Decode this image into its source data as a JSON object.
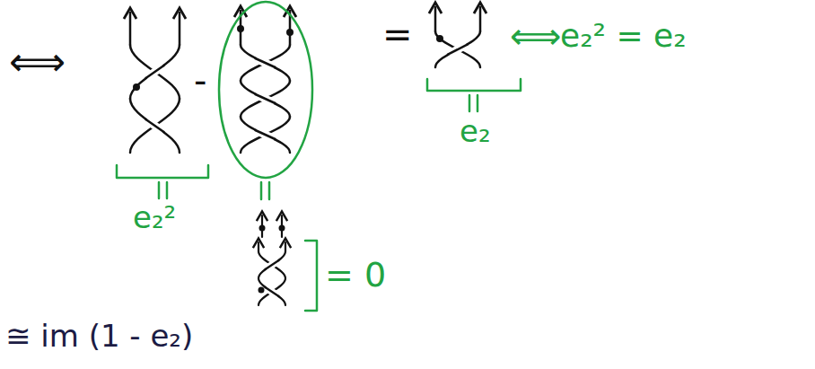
{
  "diagram": {
    "labels": [
      "⟺",
      "-",
      "=",
      "⟺",
      "e₂² = e₂",
      "e₂²",
      "e₂",
      "= 0",
      "≅ im (1 - e₂)"
    ]
  }
}
